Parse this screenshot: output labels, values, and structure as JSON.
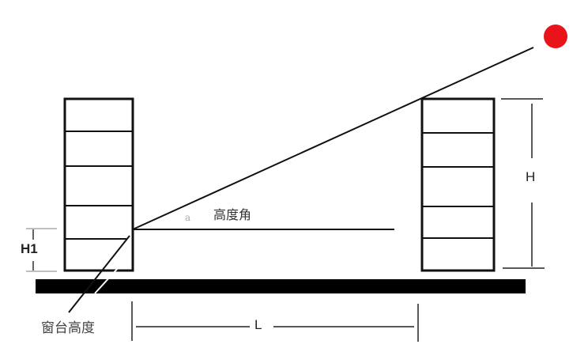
{
  "diagram": {
    "title": "",
    "labels": {
      "h1": "H1",
      "h": "H",
      "l": "L",
      "angle_symbol": "a",
      "altitude_angle": "高度角",
      "windowsill_height": "窗台高度"
    },
    "colors": {
      "line": "#111111",
      "sun": "#e8141a",
      "ground": "#000000",
      "background": "#ffffff"
    },
    "elements": {
      "left_building": {
        "floors": 5
      },
      "right_building": {
        "floors": 5
      },
      "sun": "red-circle",
      "ground": "black-bar"
    }
  }
}
